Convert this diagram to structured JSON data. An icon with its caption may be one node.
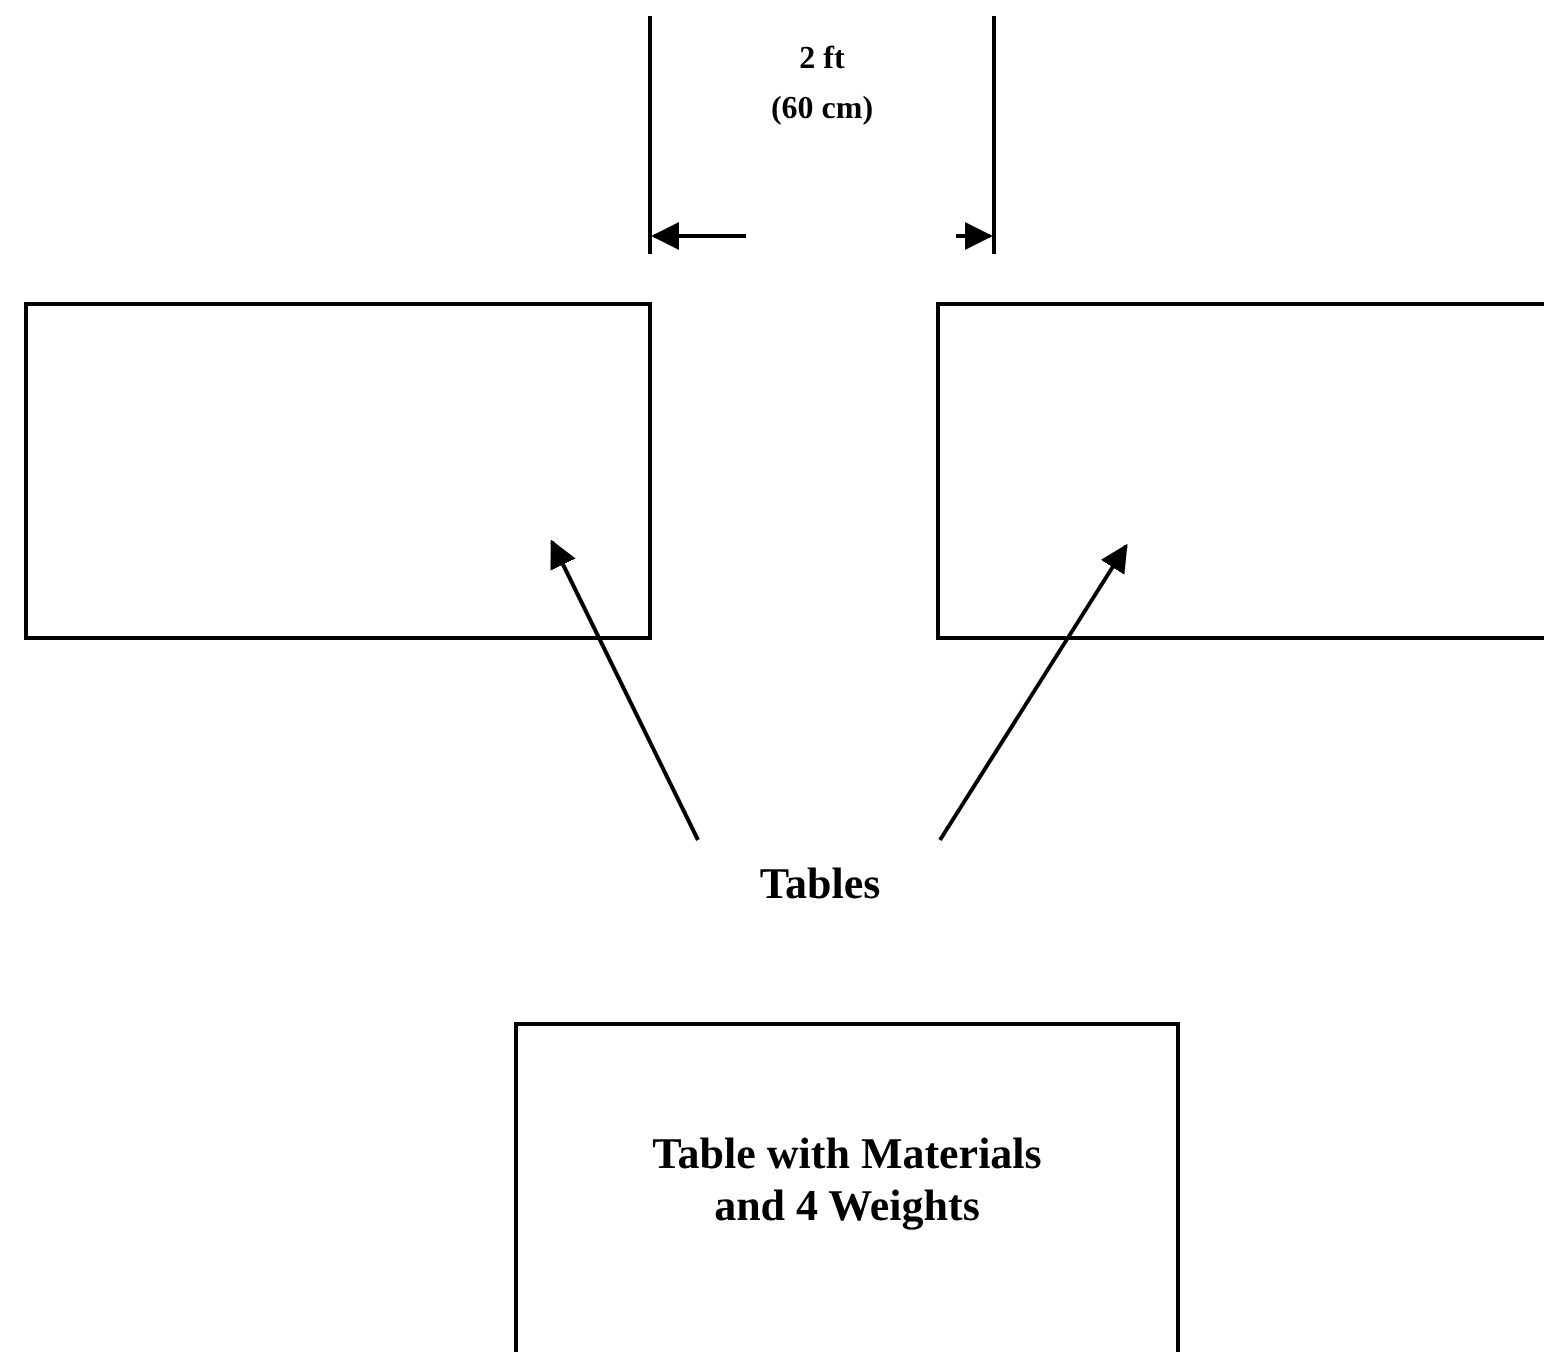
{
  "diagram": {
    "nodes": [
      {
        "text": [],
        "shape": "box"
      },
      {
        "text": [],
        "shape": "box"
      },
      {
        "text": [
          "Tables"
        ]
      },
      {
        "text": [
          "Table with Materials and 4 Weights"
        ]
      }
    ],
    "edges": [
      {
        "from": 2,
        "to": 0,
        "arrow": "to"
      },
      {
        "from": 2,
        "to": 1,
        "arrow": "to"
      }
    ],
    "labels": [
      "2 ft",
      "(60 cm)"
    ]
  }
}
